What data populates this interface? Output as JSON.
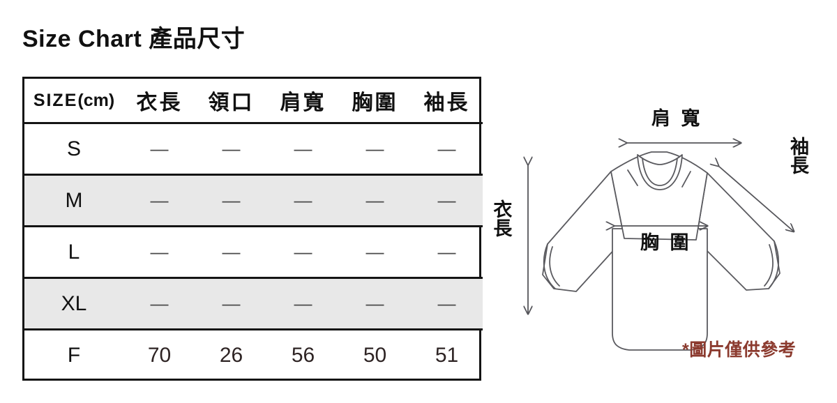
{
  "page": {
    "title": "Size Chart 產品尺寸",
    "disclaimer": "*圖片僅供參考",
    "disclaimer_color": "#8b3a2e",
    "shaded_row_color": "#e8e8e8",
    "border_color": "#141414"
  },
  "table": {
    "headers": {
      "size": "SIZE",
      "size_unit": "(cm)",
      "size_full": "SIZE(cm)",
      "metrics": [
        "衣長",
        "領口",
        "肩寬",
        "胸圍",
        "袖長"
      ]
    },
    "rows": [
      {
        "size": "S",
        "shaded": false,
        "values": [
          "—",
          "—",
          "—",
          "—",
          "—"
        ]
      },
      {
        "size": "M",
        "shaded": true,
        "values": [
          "—",
          "—",
          "—",
          "—",
          "—"
        ]
      },
      {
        "size": "L",
        "shaded": false,
        "values": [
          "—",
          "—",
          "—",
          "—",
          "—"
        ]
      },
      {
        "size": "XL",
        "shaded": true,
        "values": [
          "—",
          "—",
          "—",
          "—",
          "—"
        ]
      },
      {
        "size": "F",
        "shaded": false,
        "values": [
          "70",
          "26",
          "56",
          "50",
          "51"
        ]
      }
    ]
  },
  "diagram": {
    "labels": {
      "shoulder_width": "肩 寬",
      "sleeve_length": "袖長",
      "garment_length": "衣長",
      "chest_width": "胸 圍"
    }
  }
}
